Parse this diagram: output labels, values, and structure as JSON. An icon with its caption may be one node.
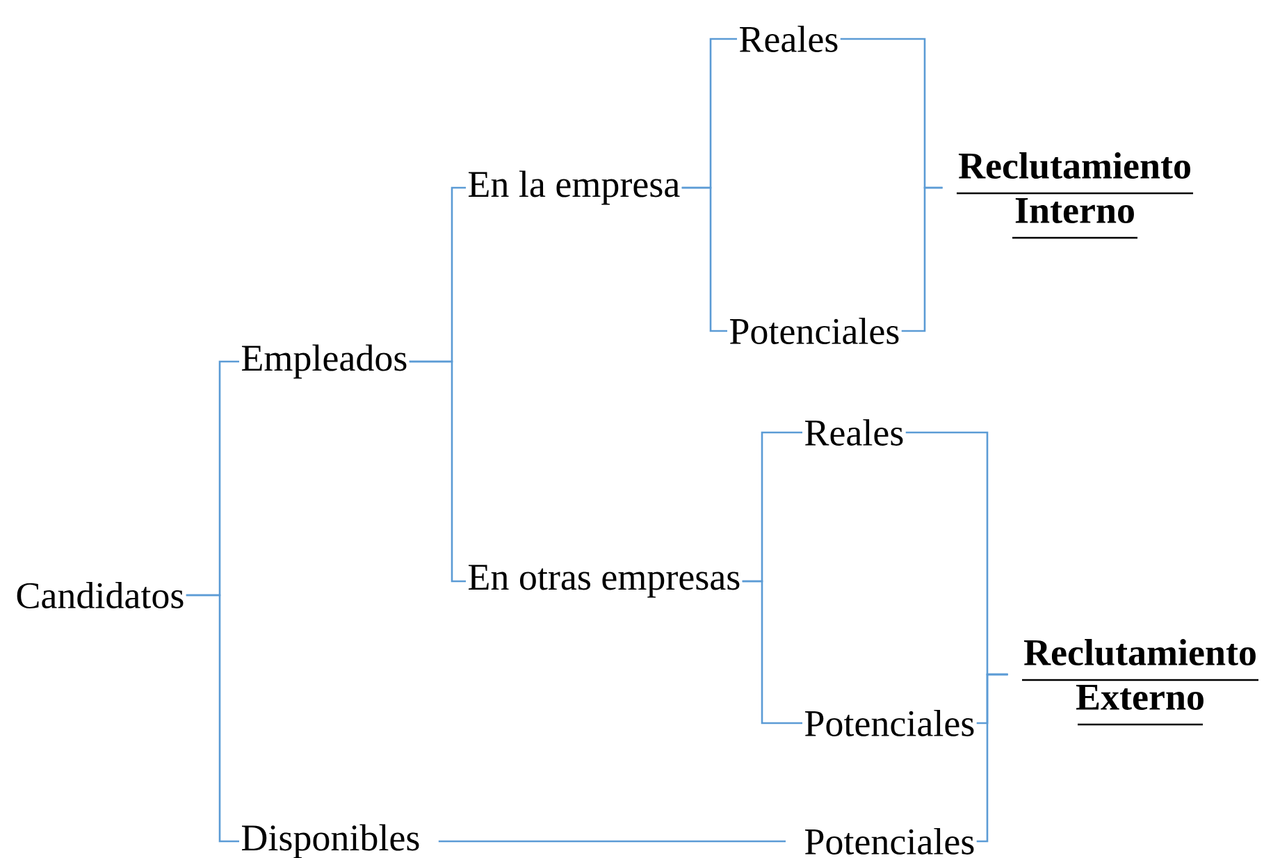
{
  "diagram": {
    "nodes": [
      {
        "text": [
          "Candidatos"
        ]
      },
      {
        "text": [
          "Empleados"
        ]
      },
      {
        "text": [
          "Disponibles"
        ]
      },
      {
        "text": [
          "En la empresa"
        ]
      },
      {
        "text": [
          "En otras empresas"
        ]
      },
      {
        "text": [
          "Reales"
        ]
      },
      {
        "text": [
          "Potenciales"
        ]
      },
      {
        "text": [
          "Reclutamiento Interno"
        ]
      },
      {
        "text": [
          "Reales"
        ]
      },
      {
        "text": [
          "Potenciales"
        ]
      },
      {
        "text": [
          "Potenciales"
        ]
      },
      {
        "text": [
          "Reclutamiento Externo"
        ]
      }
    ],
    "edges": [
      {
        "from": 0,
        "to": 1,
        "arrow": "none"
      },
      {
        "from": 0,
        "to": 2,
        "arrow": "none"
      },
      {
        "from": 1,
        "to": 3,
        "arrow": "none"
      },
      {
        "from": 1,
        "to": 4,
        "arrow": "none"
      },
      {
        "from": 3,
        "to": 5,
        "arrow": "none"
      },
      {
        "from": 3,
        "to": 6,
        "arrow": "none"
      },
      {
        "from": 4,
        "to": 8,
        "arrow": "none"
      },
      {
        "from": 4,
        "to": 9,
        "arrow": "none"
      },
      {
        "from": 2,
        "to": 10,
        "arrow": "none"
      },
      {
        "from": 5,
        "to": 7,
        "arrow": "none"
      },
      {
        "from": 6,
        "to": 7,
        "arrow": "none"
      },
      {
        "from": 8,
        "to": 11,
        "arrow": "none"
      },
      {
        "from": 9,
        "to": 11,
        "arrow": "none"
      },
      {
        "from": 10,
        "to": 11,
        "arrow": "none"
      }
    ]
  }
}
